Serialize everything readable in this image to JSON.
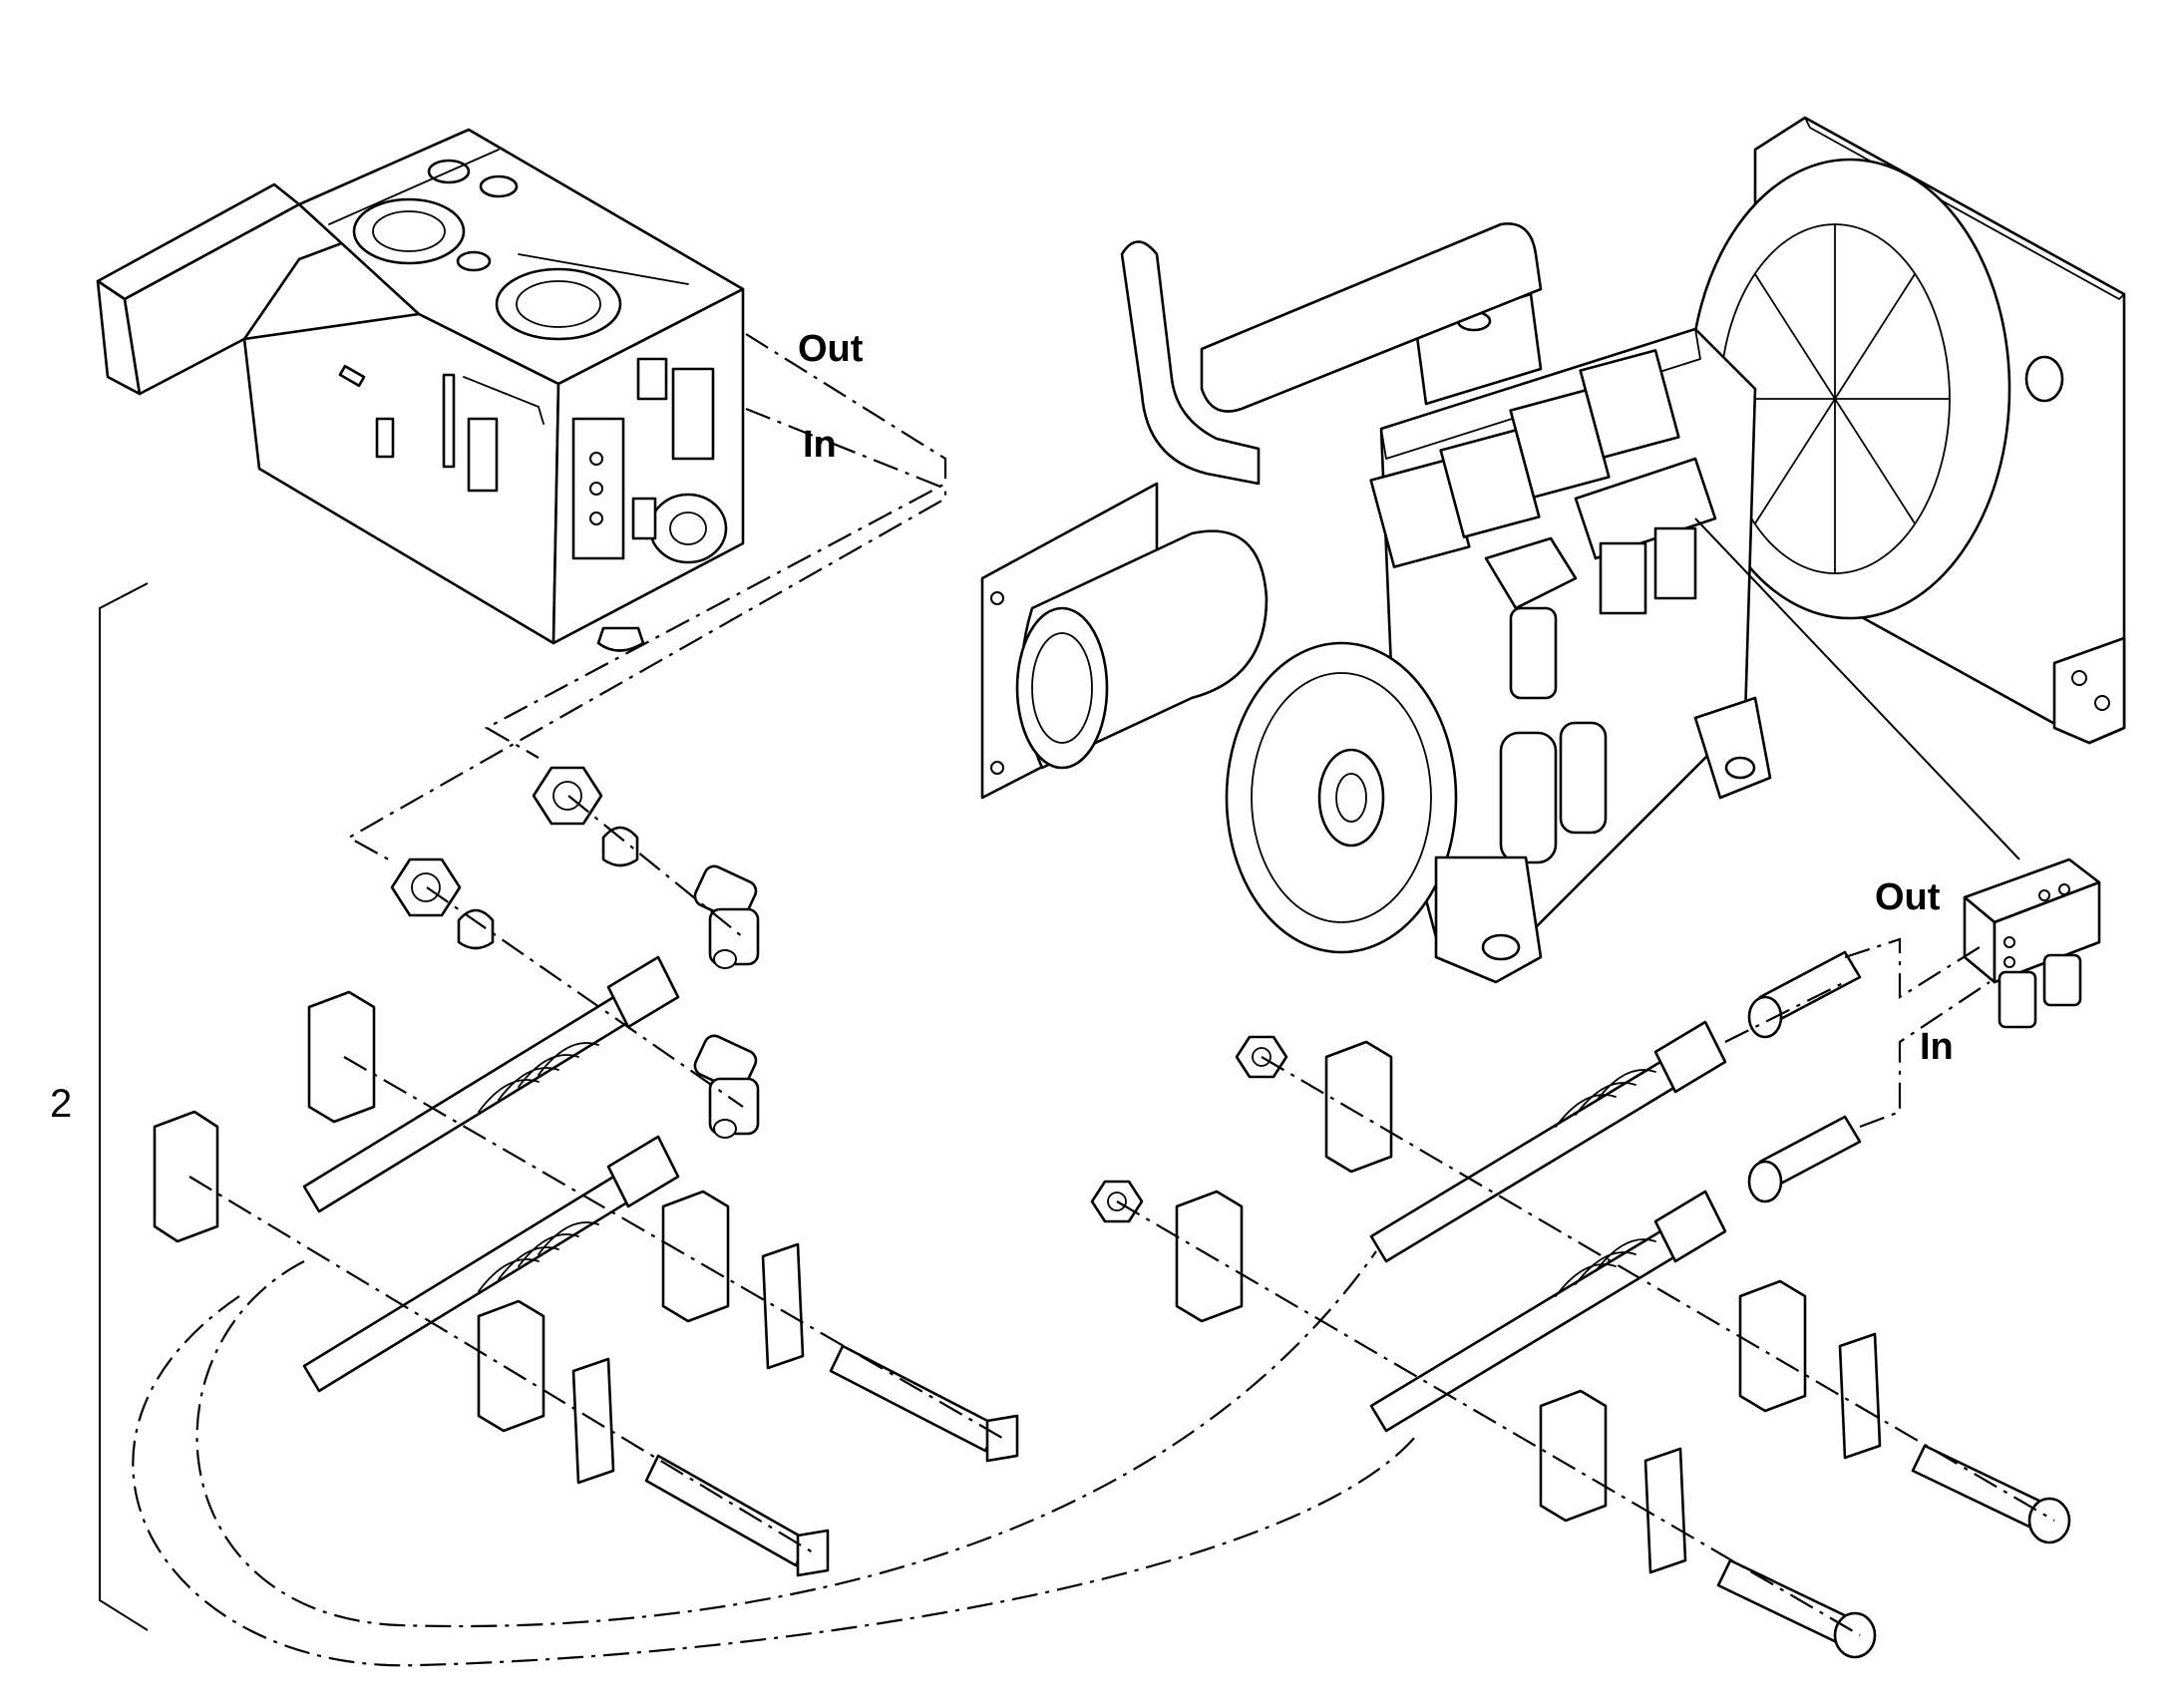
{
  "labels": {
    "heater_out": "Out",
    "heater_in": "In",
    "engine_out": "Out",
    "engine_in": "In",
    "item_number": "2"
  },
  "colors": {
    "line": "#000000",
    "background": "#ffffff"
  }
}
